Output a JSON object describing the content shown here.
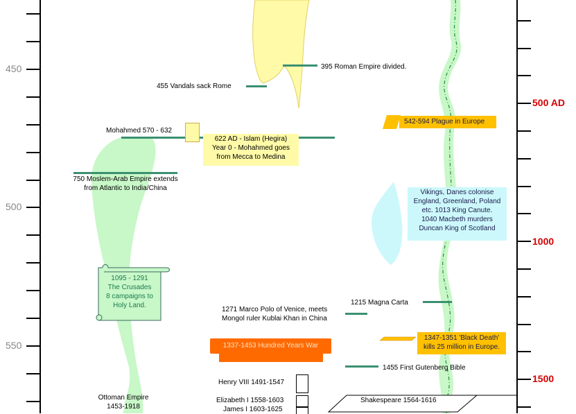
{
  "left_axis": {
    "ticks": [
      "450",
      "500",
      "550"
    ]
  },
  "right_axis": {
    "labels": [
      "500 AD",
      "1000",
      "1500"
    ]
  },
  "events": {
    "roman_divided": "395  Roman Empire divided.",
    "vandals": "455  Vandals sack Rome",
    "mohammed": "Mohahmed  570 - 632",
    "islam": "622 AD - Islam (Hegira)\nYear 0 - Mohahmed goes\nfrom Mecca to Medina",
    "moslem_empire": "750 Moslem-Arab Empire extends\nfrom Atlantic to India/China",
    "plague": "542-594 Plague in Europe",
    "vikings": "Vikings, Danes colonise\nEngland, Greenland, Poland\netc.    1013 King Canute.\n1040 Macbeth murders\nDuncan King of Scotland",
    "crusades": "1095 - 1291\nThe Crusades\n8 campaigns to\nHoly Land.",
    "magna_carta": "1215  Magna Carta",
    "marco_polo": "1271 Marco Polo of Venice, meets\nMongol  ruler Kublai Khan in China",
    "black_death": "1347-1351 'Black Death'\nkills 25 million in Europe.",
    "hundred_years": "1337-1453 Hundred Years War",
    "gutenberg": "1455  First Gutenberg Bible",
    "henry": "Henry VIII 1491-1547",
    "elizabeth": "Elizabeth I  1558-1603",
    "james": "James I   1603-1625",
    "ottoman": "Ottoman Empire\n1453-1918",
    "shakespeare": "Shakespeare 1564-1616"
  },
  "colors": {
    "bar": "#3a9070",
    "yellow": "#fefaa8",
    "orange": "#ff6a00",
    "gold": "#ffc000",
    "light_green": "#c8f7c8",
    "light_cyan": "#ccf8fb",
    "right_axis_label": "#d40000"
  }
}
